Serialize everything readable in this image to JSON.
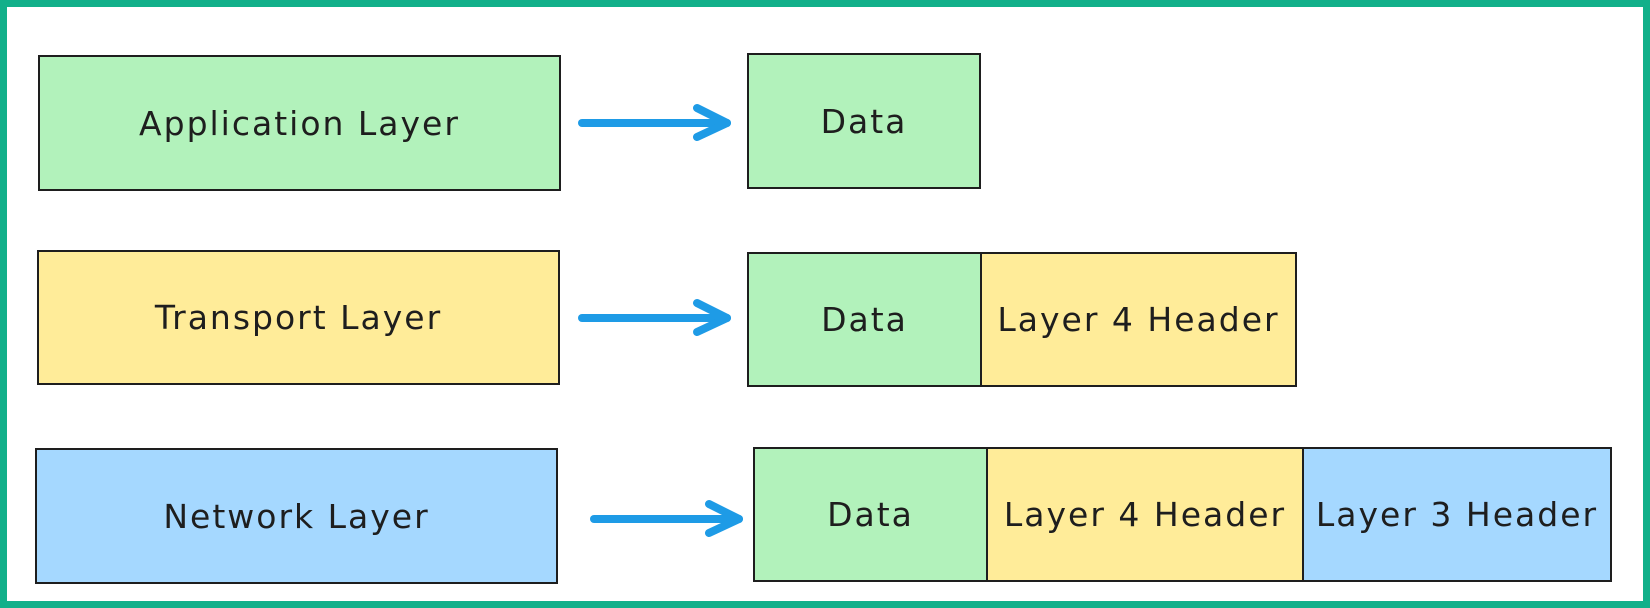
{
  "colors": {
    "frame": "#12b08a",
    "green": "#b2f2bb",
    "yellow": "#ffec99",
    "blue": "#a5d8ff",
    "arrow": "#1e9be6",
    "stroke": "#1e1e1e"
  },
  "rows": [
    {
      "layer": "Application Layer",
      "segments": [
        "Data"
      ]
    },
    {
      "layer": "Transport Layer",
      "segments": [
        "Data",
        "Layer 4 Header"
      ]
    },
    {
      "layer": "Network Layer",
      "segments": [
        "Data",
        "Layer 4 Header",
        "Layer 3 Header"
      ]
    }
  ]
}
